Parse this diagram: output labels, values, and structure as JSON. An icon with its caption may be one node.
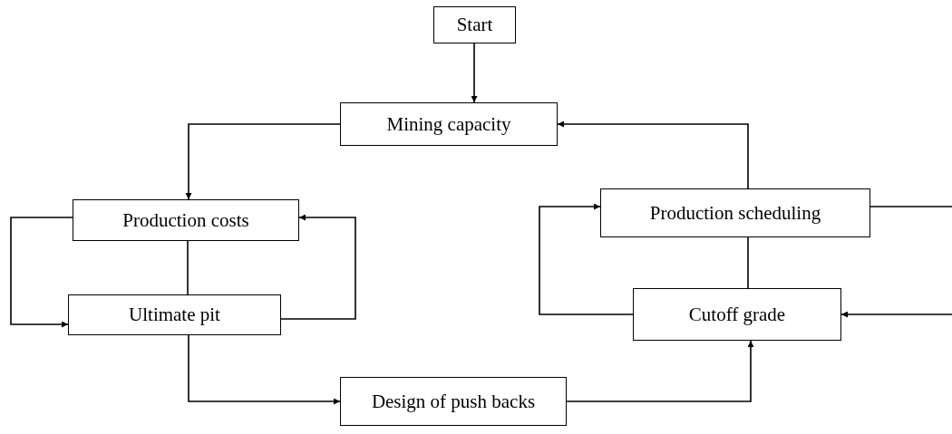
{
  "diagram": {
    "nodes": [
      {
        "text": [
          "Start"
        ]
      },
      {
        "text": [
          "Mining capacity"
        ]
      },
      {
        "text": [
          "Production costs"
        ]
      },
      {
        "text": [
          "Ultimate pit"
        ]
      },
      {
        "text": [
          "Design of push backs"
        ]
      },
      {
        "text": [
          "Production scheduling"
        ]
      },
      {
        "text": [
          "Cutoff grade"
        ]
      }
    ],
    "edges": [
      {
        "from": 0,
        "to": 1,
        "arrow": "to"
      },
      {
        "from": 1,
        "to": 2,
        "arrow": "to"
      },
      {
        "from": 2,
        "to": 3,
        "arrow": "none"
      },
      {
        "from": 2,
        "to": 3,
        "arrow": "to"
      },
      {
        "from": 3,
        "to": 2,
        "arrow": "to"
      },
      {
        "from": 3,
        "to": 4,
        "arrow": "to"
      },
      {
        "from": 4,
        "to": 6,
        "arrow": "to"
      },
      {
        "from": 5,
        "to": 1,
        "arrow": "to"
      },
      {
        "from": 5,
        "to": 6,
        "arrow": "none"
      },
      {
        "from": 6,
        "to": 5,
        "arrow": "to"
      },
      {
        "from": 5,
        "to": null,
        "arrow": "none"
      },
      {
        "from": null,
        "to": 6,
        "arrow": "to"
      }
    ]
  }
}
